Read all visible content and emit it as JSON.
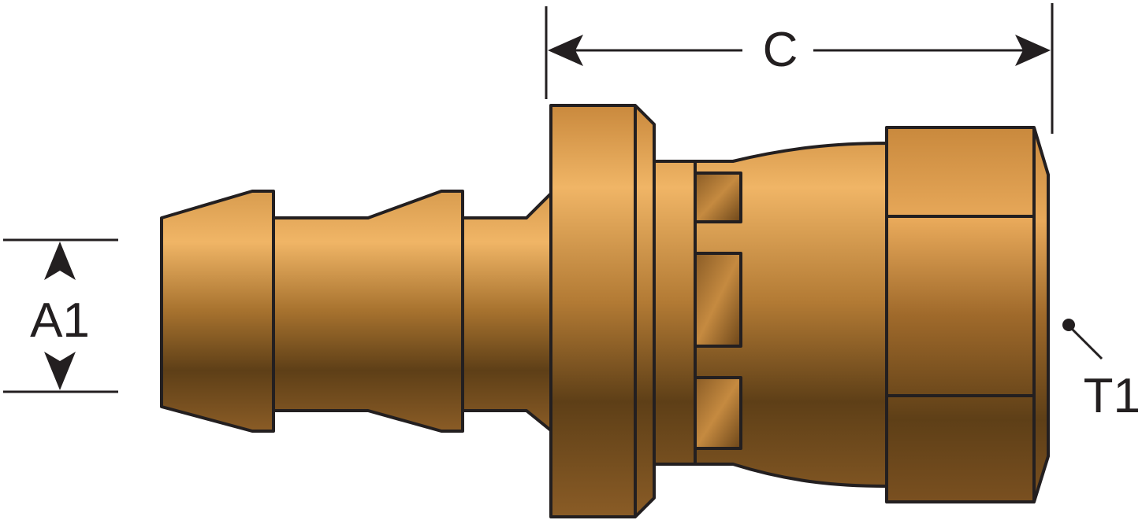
{
  "diagram": {
    "labels": {
      "c": "C",
      "a1": "A1",
      "t1": "T1"
    },
    "colors": {
      "brass_light": "#f0b566",
      "brass_dark": "#5e3f17",
      "outline": "#231f20",
      "background": "#ffffff"
    }
  }
}
